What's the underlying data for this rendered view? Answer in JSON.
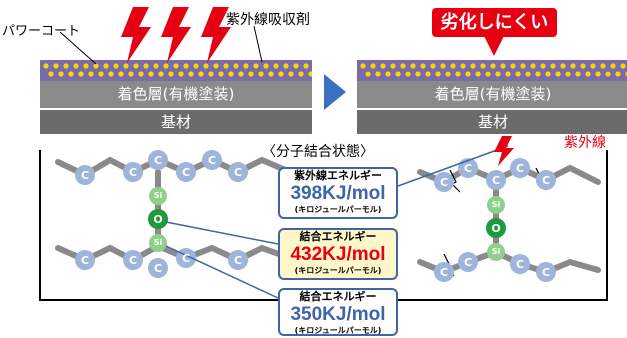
{
  "labels": {
    "power_coat": "パワーコート",
    "uv_absorber": "紫外線吸収剤",
    "hard_to_degrade": "劣化しにくい",
    "colored_layer": "着色層(有機塗装)",
    "base_material": "基材",
    "molecular_state": "〈分子結合状態〉",
    "uv_rays": "紫外線"
  },
  "energy_boxes": {
    "uv": {
      "title": "紫外線エネルギー",
      "value": "398KJ/mol",
      "unit": "(キロジュールパーモル)"
    },
    "bond_si_o": {
      "title": "結合エネルギー",
      "value": "432KJ/mol",
      "unit": "(キロジュールパーモル)"
    },
    "bond_c_si": {
      "title": "結合エネルギー",
      "value": "350KJ/mol",
      "unit": "(キロジュールパーモル)"
    }
  },
  "atoms": {
    "c": "C",
    "si": "Si",
    "o": "O"
  },
  "colors": {
    "red": "#e60012",
    "blue": "#3f64a8",
    "coat": "#7b6aa8",
    "dots": "#f4d800",
    "gray": "#8a8a8a",
    "dark_gray": "#6b6b6b",
    "atom": "#9fb4da",
    "si": "#8fd08a",
    "o": "#1f9a3a"
  }
}
